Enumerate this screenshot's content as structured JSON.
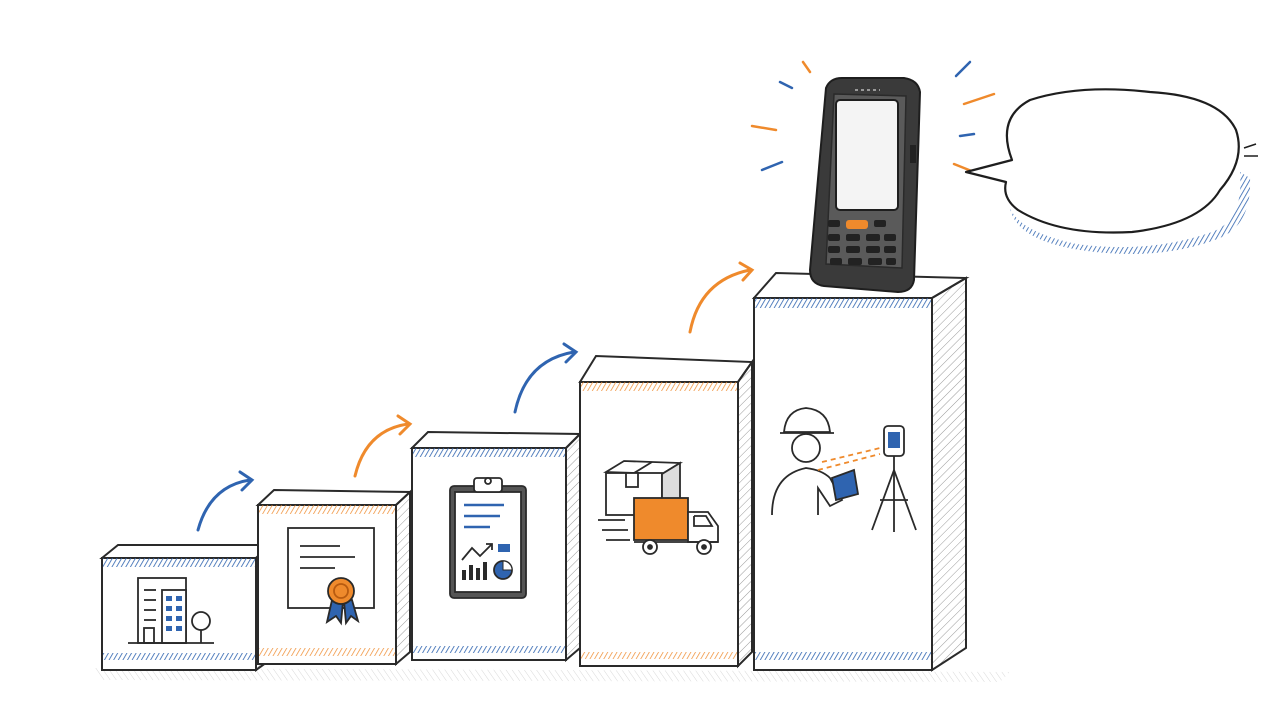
{
  "colors": {
    "ink": "#2a2a2a",
    "blue": "#2f64b0",
    "orange": "#ef8a2c",
    "paper": "#ffffff",
    "shade": "#f1f1f1",
    "device_body": "#3a3a3a",
    "device_screen": "#f4f4f4"
  },
  "steps": [
    {
      "step": 1,
      "accent": "blue",
      "icon": "office-building-icon"
    },
    {
      "step": 2,
      "accent": "orange",
      "icon": "certificate-ribbon-icon"
    },
    {
      "step": 3,
      "accent": "blue",
      "icon": "clipboard-report-chart-icon"
    },
    {
      "step": 4,
      "accent": "orange",
      "icon": "package-delivery-truck-icon"
    },
    {
      "step": 5,
      "accent": "blue",
      "icon": "surveyor-with-handheld-and-tripod-icon"
    }
  ],
  "connectors": [
    {
      "from": 1,
      "to": 2,
      "accent": "blue",
      "icon": "curved-arrow-icon"
    },
    {
      "from": 2,
      "to": 3,
      "accent": "orange",
      "icon": "curved-arrow-icon"
    },
    {
      "from": 3,
      "to": 4,
      "accent": "blue",
      "icon": "curved-arrow-icon"
    },
    {
      "from": 4,
      "to": 5,
      "accent": "orange",
      "icon": "curved-arrow-icon"
    }
  ],
  "device": {
    "icon": "rugged-handheld-computer-icon",
    "highlighted": true
  },
  "speech_bubble": {
    "text": ""
  }
}
